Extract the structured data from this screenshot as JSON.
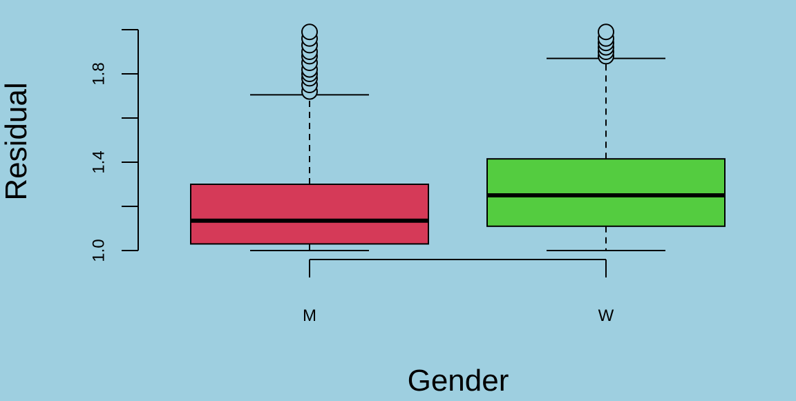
{
  "chart_data": {
    "type": "box",
    "xlabel": "Gender",
    "ylabel": "Residual",
    "categories": [
      "M",
      "W"
    ],
    "ylim": [
      0.96,
      2.04
    ],
    "yticks": [
      1.0,
      1.2,
      1.4,
      1.6,
      1.8,
      2.0
    ],
    "ytick_labels": [
      "1.0",
      "",
      "1.4",
      "",
      "1.8",
      ""
    ],
    "grid": false,
    "legend": "none",
    "background_color": "#9ecfe0",
    "series": [
      {
        "category": "M",
        "color": "#d53a58",
        "whisker_low": 1.0,
        "q1": 1.03,
        "median": 1.135,
        "q3": 1.3,
        "whisker_high": 1.705,
        "outliers": [
          1.72,
          1.75,
          1.78,
          1.8,
          1.82,
          1.85,
          1.88,
          1.9,
          1.93,
          1.96,
          1.99
        ]
      },
      {
        "category": "W",
        "color": "#54cc40",
        "whisker_low": 1.0,
        "q1": 1.11,
        "median": 1.25,
        "q3": 1.415,
        "whisker_high": 1.87,
        "outliers": [
          1.88,
          1.9,
          1.92,
          1.94,
          1.96,
          1.99
        ]
      }
    ]
  }
}
